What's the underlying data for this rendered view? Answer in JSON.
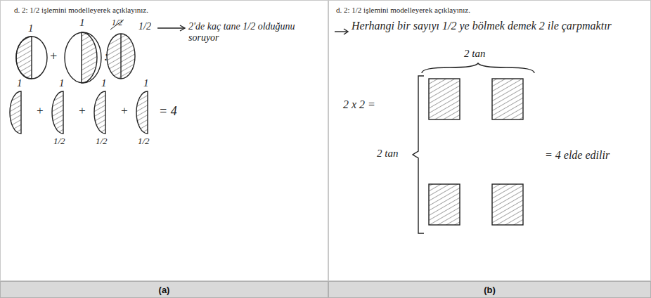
{
  "diagram": {
    "nodes": [
      {
        "text": [
          "(a)"
        ]
      },
      {
        "text": [
          "(b)"
        ]
      }
    ],
    "labels": [
      "d. 2: 1/2 işlemini modelleyerek açıklayınız.",
      "1",
      "+",
      "1",
      ":",
      "1/2",
      "1/2",
      "2'de kaç tane 1/2 olduğunu soruyor",
      "1",
      "+",
      "1",
      "+",
      "1",
      "+",
      "1",
      "= 4",
      "1/2",
      "1/2",
      "1/2",
      "d. 2: 1/2 işlemini modelleyerek açıklayınız.",
      "Herhangi bir sayıyı 1/2 ye bölmek demek 2 ile çarpmaktır",
      "2 tan",
      "2 x 2 =",
      "2 tan",
      "= 4 elde edilir"
    ]
  }
}
